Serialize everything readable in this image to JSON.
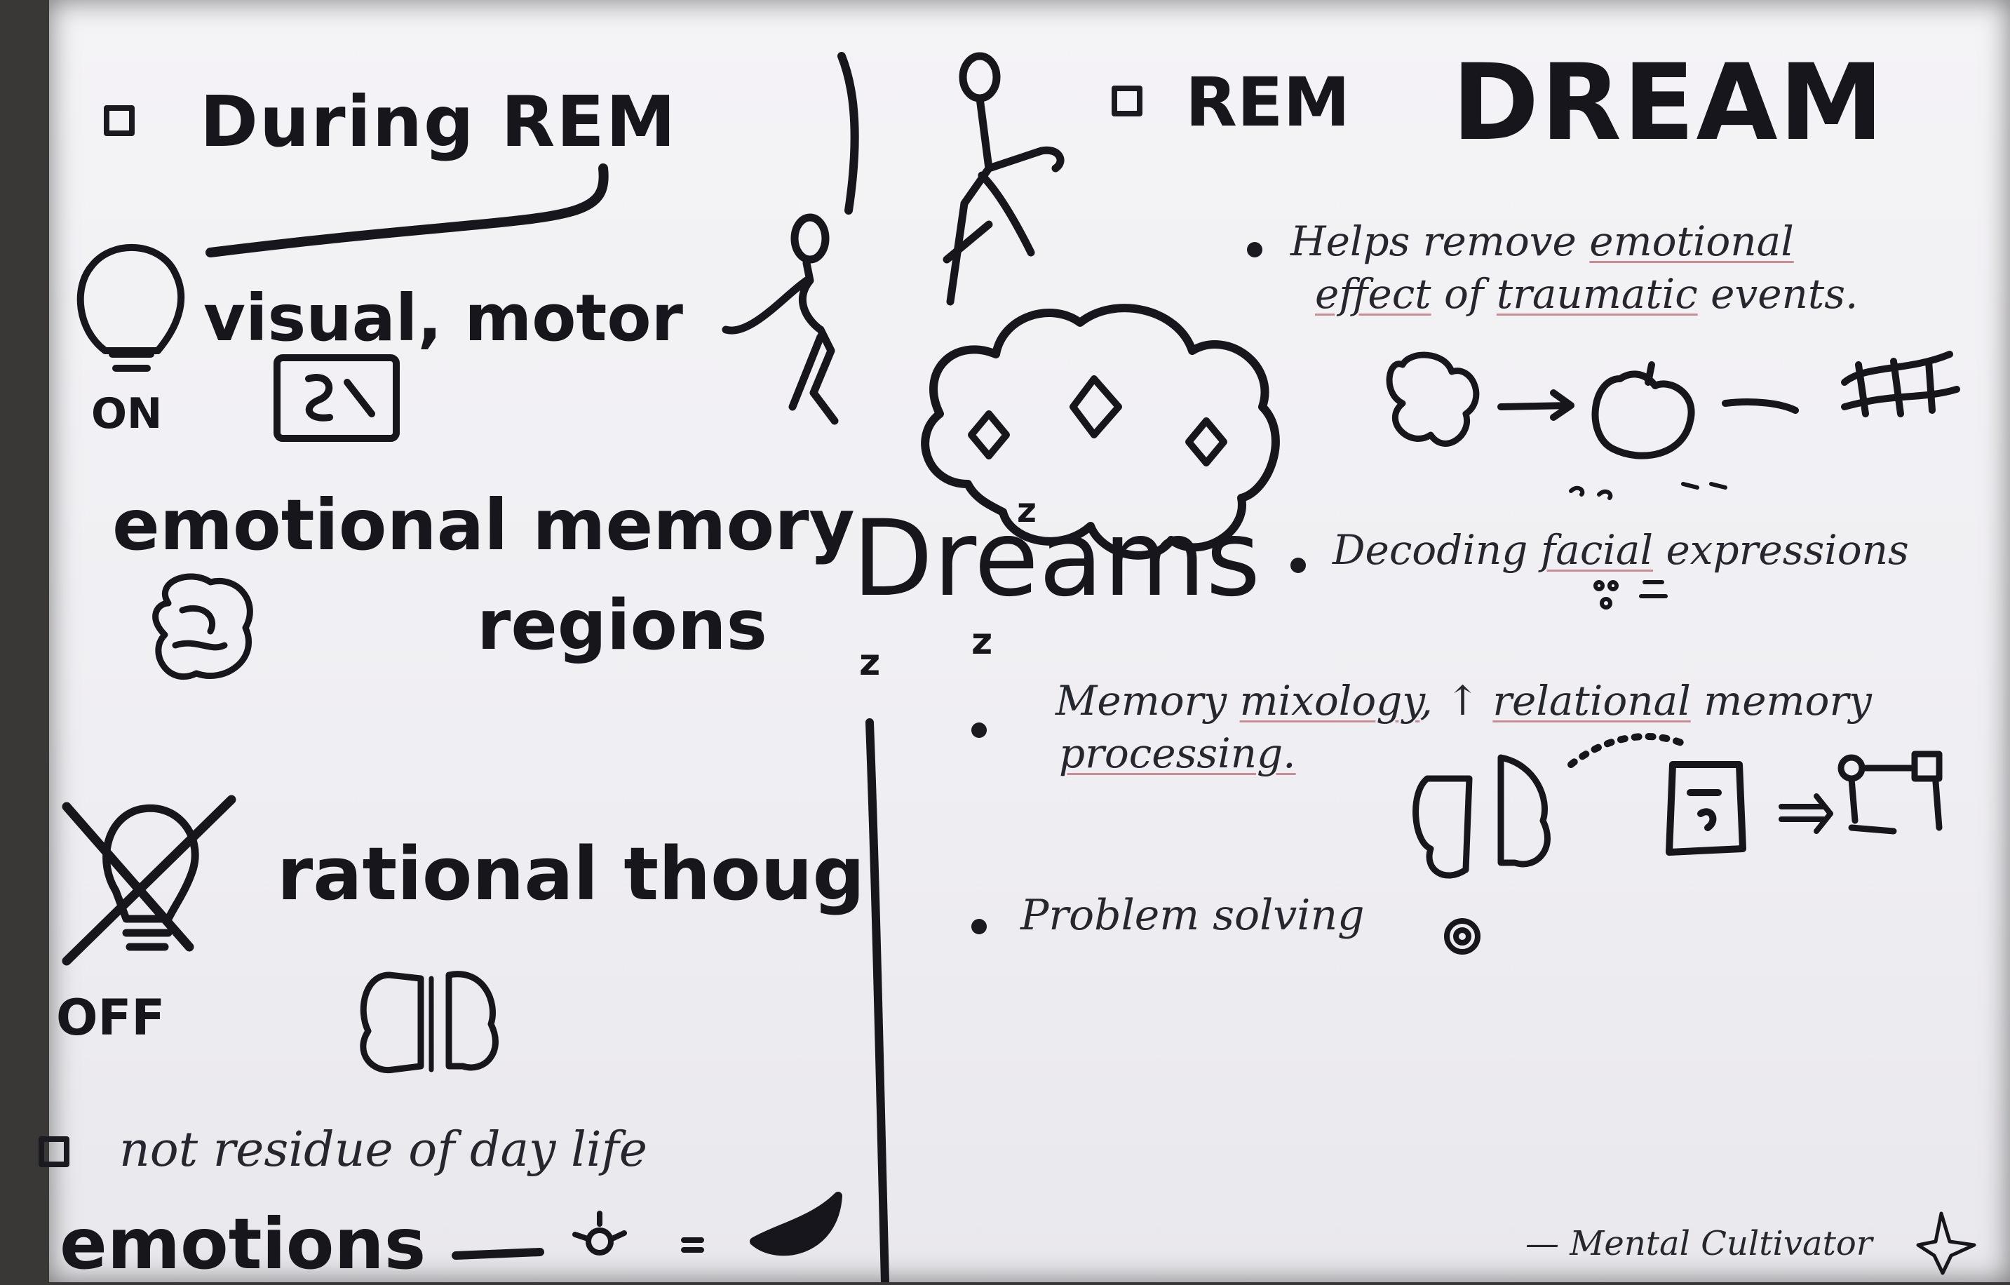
{
  "left": {
    "heading": "During REM",
    "on_label": "ON",
    "on_text": "visual, motor",
    "emotional_line1": "emotional memory",
    "emotional_line2": "regions",
    "off_text": "rational though",
    "off_label": "OFF",
    "note": "not residue of day life",
    "emotions": "emotions"
  },
  "center": {
    "dreams": "Dreams",
    "z": "z"
  },
  "right": {
    "heading_small": "REM",
    "heading_big": "DREAM",
    "b1_l1_a": "Helps remove ",
    "b1_l1_b": "emotional",
    "b1_l2_a": "effect",
    "b1_l2_b": " of ",
    "b1_l2_c": "traumatic",
    "b1_l2_d": " events.",
    "b2_a": "Decoding ",
    "b2_b": "facial",
    "b2_c": " expressions",
    "b3_l1_a": "Memory ",
    "b3_l1_b": "mixology",
    "b3_l1_c": ", ↑ ",
    "b3_l1_d": "relational",
    "b3_l1_e": " memory",
    "b3_l2": "processing.",
    "b4": "Problem solving",
    "signature": "— Mental Cultivator"
  },
  "icons": [
    "bulb-on-icon",
    "screen-icon",
    "brain-icon",
    "bulb-off-icon",
    "split-brain-icon",
    "sun-icon",
    "moon-icon",
    "thought-cloud-icon",
    "stick-figure-icon",
    "gear-icon",
    "star-icon",
    "sparkle-icon"
  ]
}
